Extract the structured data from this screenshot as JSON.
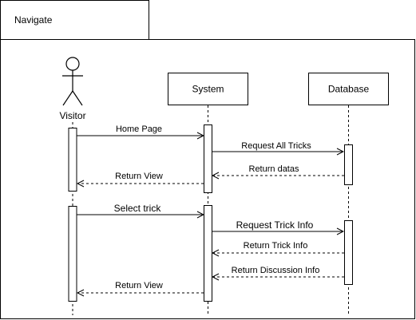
{
  "frame": {
    "title": "Navigate"
  },
  "participants": {
    "visitor": {
      "label": "Visitor",
      "kind": "actor"
    },
    "system": {
      "label": "System",
      "kind": "object"
    },
    "database": {
      "label": "Database",
      "kind": "object"
    }
  },
  "messages": [
    {
      "label": "Home Page",
      "from": "visitor",
      "to": "system",
      "type": "sync"
    },
    {
      "label": "Request All Tricks",
      "from": "system",
      "to": "database",
      "type": "sync"
    },
    {
      "label": "Return datas",
      "from": "database",
      "to": "system",
      "type": "return"
    },
    {
      "label": "Return View",
      "from": "system",
      "to": "visitor",
      "type": "return"
    },
    {
      "label": "Select trick",
      "from": "visitor",
      "to": "system",
      "type": "sync"
    },
    {
      "label": "Request Trick Info",
      "from": "system",
      "to": "database",
      "type": "sync"
    },
    {
      "label": "Return Trick Info",
      "from": "database",
      "to": "system",
      "type": "return"
    },
    {
      "label": "Return Discussion Info",
      "from": "database",
      "to": "system",
      "type": "return"
    },
    {
      "label": "Return View",
      "from": "system",
      "to": "visitor",
      "type": "return"
    }
  ]
}
